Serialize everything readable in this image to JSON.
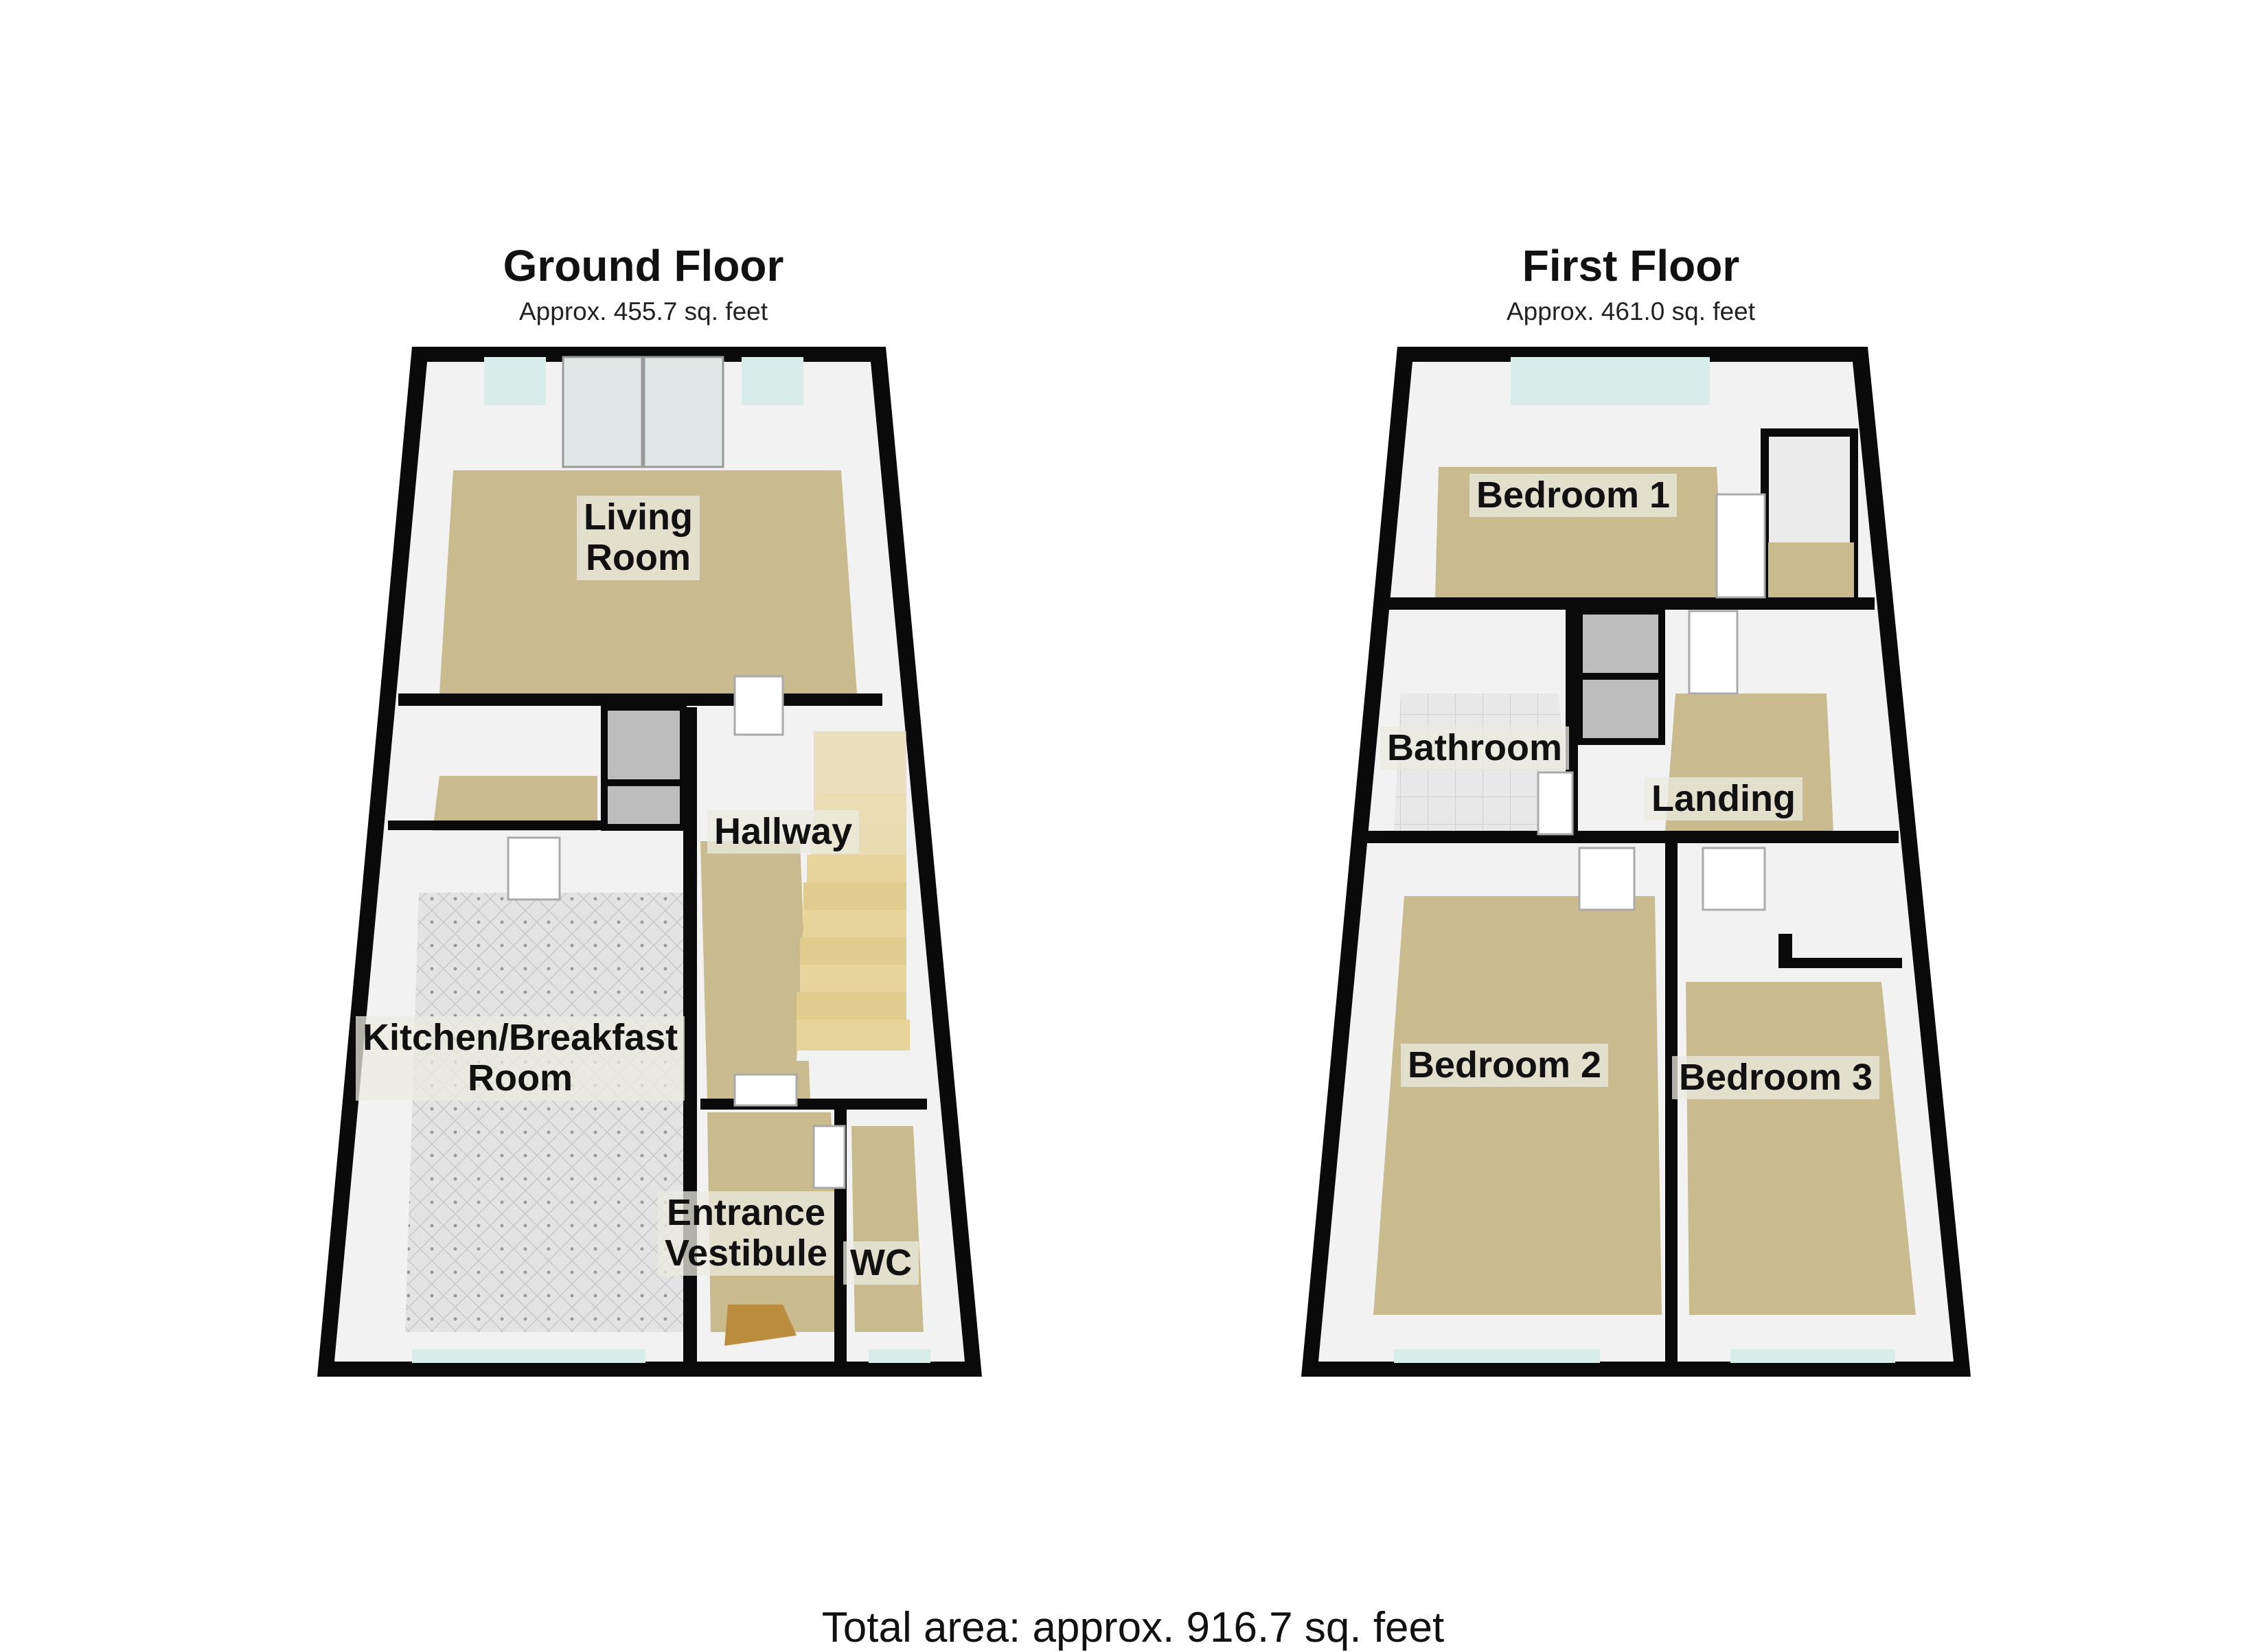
{
  "ground_floor": {
    "title": "Ground Floor",
    "area": "Approx. 455.7 sq. feet",
    "rooms": {
      "living_room": "Living\nRoom",
      "hallway": "Hallway",
      "kitchen": "Kitchen/Breakfast\nRoom",
      "entrance": "Entrance\nVestibule",
      "wc": "WC"
    }
  },
  "first_floor": {
    "title": "First Floor",
    "area": "Approx. 461.0 sq. feet",
    "rooms": {
      "bedroom1": "Bedroom 1",
      "bathroom": "Bathroom",
      "landing": "Landing",
      "bedroom2": "Bedroom 2",
      "bedroom3": "Bedroom 3"
    }
  },
  "total_area": "Total area: approx. 916.7 sq. feet",
  "colors": {
    "wall": "#0a0a0a",
    "carpet": "#c9bb8e",
    "wall_face": "#f2f2f2",
    "tile": "#dcdcdc",
    "stairs": "#e6d49a",
    "window": "#d8ecea"
  }
}
